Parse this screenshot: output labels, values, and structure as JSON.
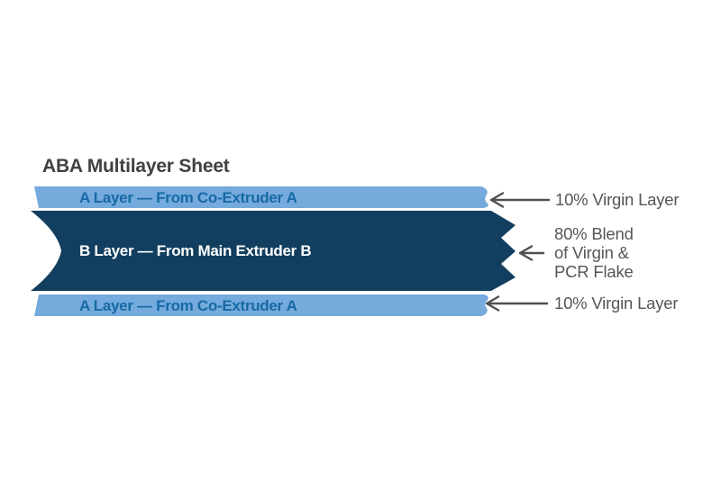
{
  "title": "ABA Multilayer Sheet",
  "colors": {
    "background": "#FFFFFF",
    "layer_a_fill": "#74AADC",
    "layer_b_fill": "#123F5F",
    "layer_a_text": "#1769A6",
    "layer_b_text": "#FFFFFF",
    "title_text": "#414042",
    "annotation_text": "#55565A",
    "arrow_stroke": "#4F5052"
  },
  "layers": {
    "top_a": {
      "label": "A Layer — From Co-Extruder A"
    },
    "middle_b": {
      "label": "B Layer — From Main Extruder B"
    },
    "bottom_a": {
      "label": "A Layer — From Co-Extruder A"
    }
  },
  "annotations": {
    "top_layer": "10% Virgin Layer",
    "middle_layer_line1": "80% Blend",
    "middle_layer_line2": "of Virgin &",
    "middle_layer_line3": "PCR Flake",
    "bottom_layer": "10% Virgin Layer"
  }
}
